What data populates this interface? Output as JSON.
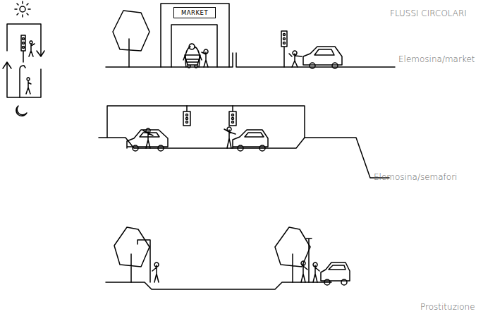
{
  "diagram": {
    "title": "FLUSSI CIRCOLARI",
    "nodes": [
      {
        "text": [
          "MARKET"
        ]
      }
    ],
    "labels": [
      "Elemosina/market",
      "Elemosina/semafori",
      "Prostituzione"
    ]
  }
}
